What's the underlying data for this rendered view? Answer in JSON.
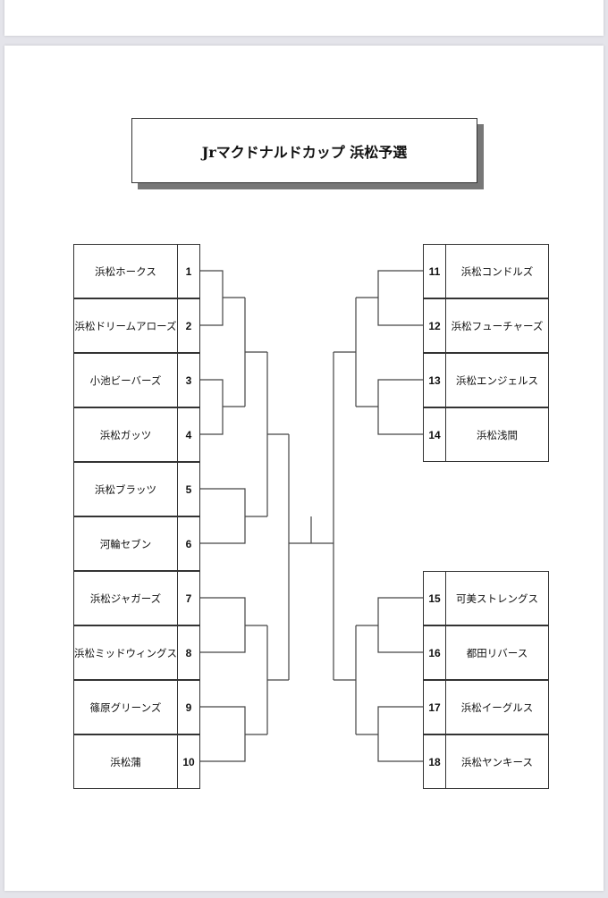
{
  "title": "Jrマクドナルドカップ 浜松予選",
  "left_teams": [
    {
      "no": "1",
      "name": "浜松ホークス"
    },
    {
      "no": "2",
      "name": "浜松ドリームアローズ"
    },
    {
      "no": "3",
      "name": "小池ビーバーズ"
    },
    {
      "no": "4",
      "name": "浜松ガッツ"
    },
    {
      "no": "5",
      "name": "浜松ブラッツ"
    },
    {
      "no": "6",
      "name": "河輪セブン"
    },
    {
      "no": "7",
      "name": "浜松ジャガーズ"
    },
    {
      "no": "8",
      "name": "浜松ミッドウィングス"
    },
    {
      "no": "9",
      "name": "篠原グリーンズ"
    },
    {
      "no": "10",
      "name": "浜松蒲"
    }
  ],
  "right_teams": [
    {
      "no": "11",
      "name": "浜松コンドルズ"
    },
    {
      "no": "12",
      "name": "浜松フューチャーズ"
    },
    {
      "no": "13",
      "name": "浜松エンジェルス"
    },
    {
      "no": "14",
      "name": "浜松浅間"
    },
    {
      "no": "15",
      "name": "可美ストレングス"
    },
    {
      "no": "16",
      "name": "都田リバース"
    },
    {
      "no": "17",
      "name": "浜松イーグルス"
    },
    {
      "no": "18",
      "name": "浜松ヤンキース"
    }
  ]
}
